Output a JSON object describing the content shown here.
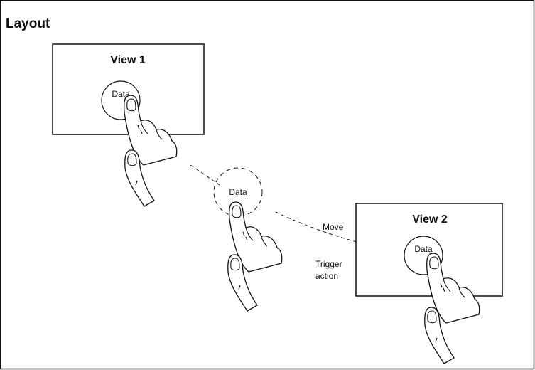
{
  "frame": {
    "title": "Layout"
  },
  "view1": {
    "title": "View 1",
    "data_label": "Data"
  },
  "drag": {
    "data_label": "Data"
  },
  "view2": {
    "title": "View 2",
    "data_label": "Data"
  },
  "annotations": {
    "move": "Move",
    "trigger_line1": "Trigger",
    "trigger_line2": "action"
  },
  "colors": {
    "stroke": "#111111",
    "background": "#ffffff"
  }
}
